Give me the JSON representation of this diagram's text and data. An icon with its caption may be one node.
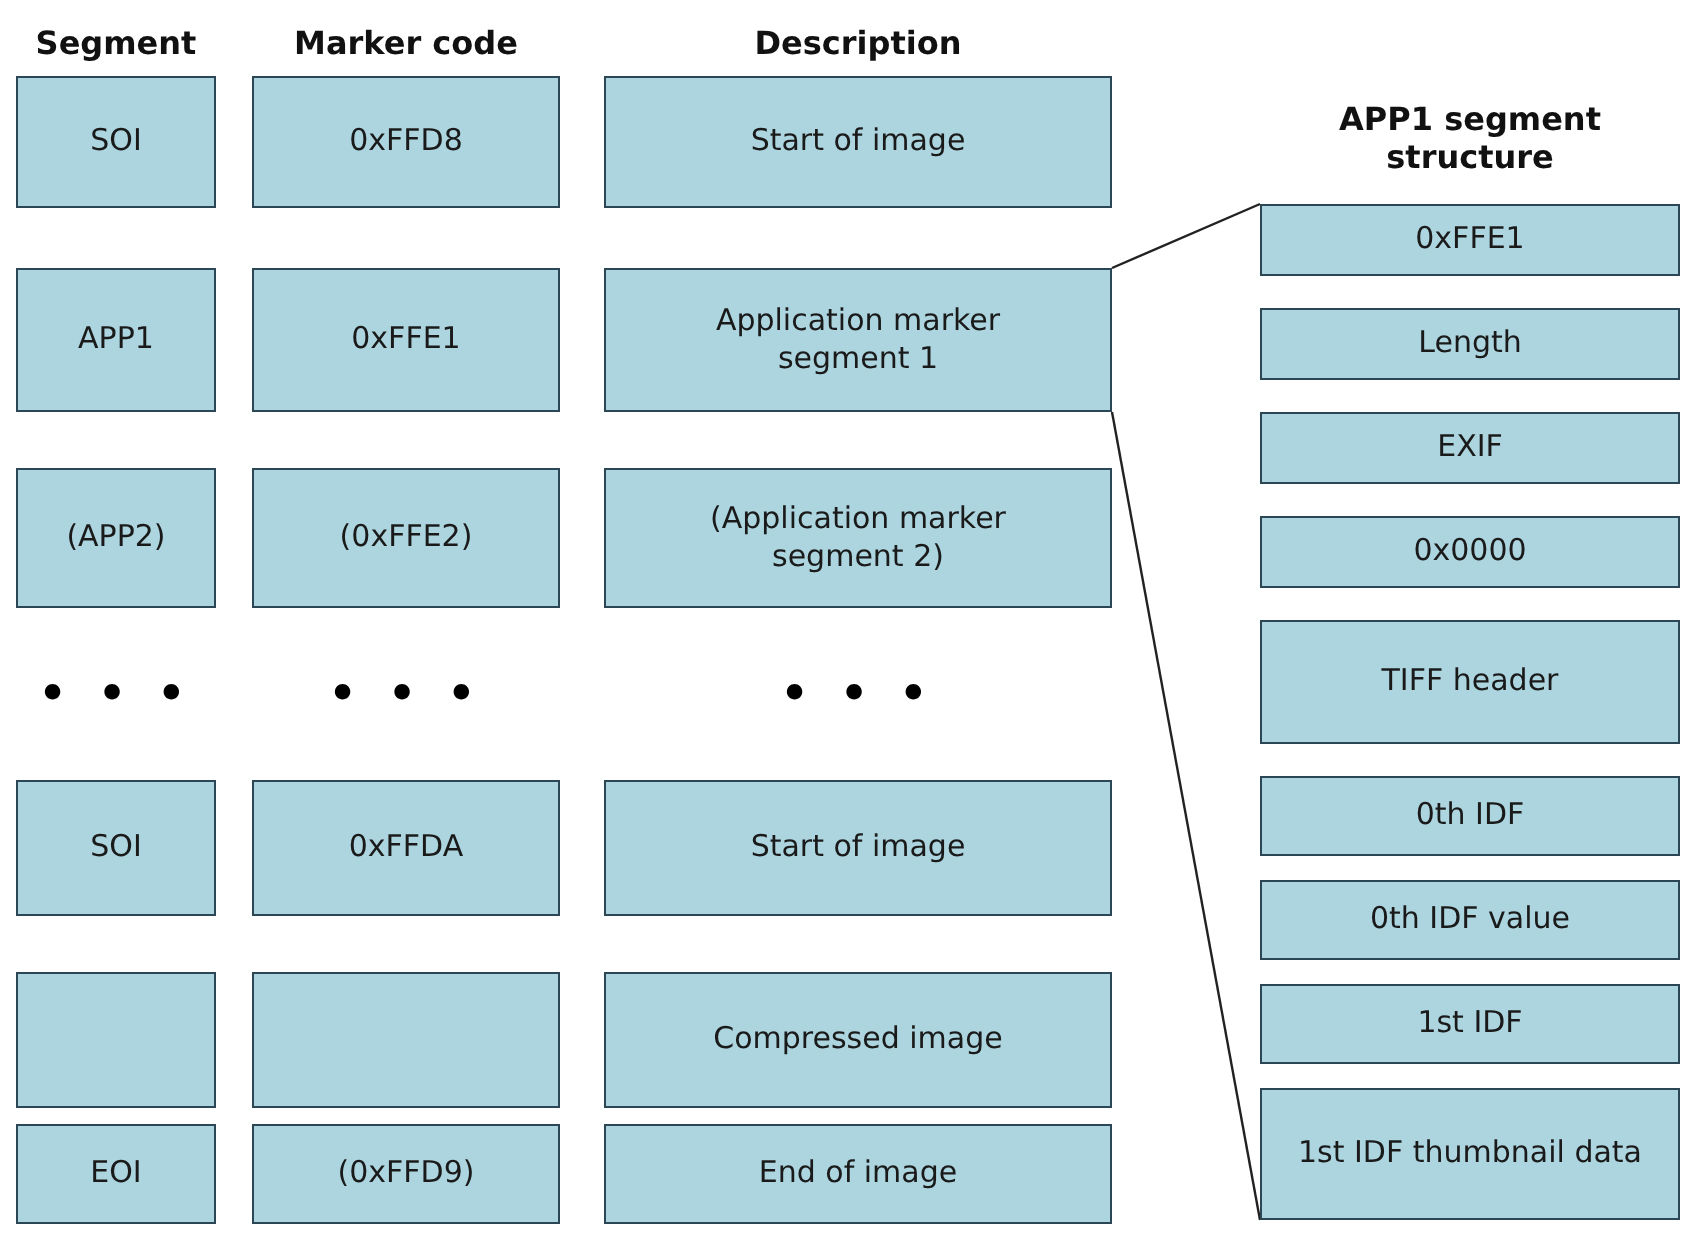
{
  "diagram": {
    "nodes": [
      {
        "text": [
          "SOI"
        ]
      },
      {
        "text": [
          "0xFFD8"
        ]
      },
      {
        "text": [
          "Start of image"
        ]
      },
      {
        "text": [
          "APP1"
        ]
      },
      {
        "text": [
          "0xFFE1"
        ]
      },
      {
        "text": [
          "Application marker segment 1"
        ]
      },
      {
        "text": [
          "(APP2)"
        ]
      },
      {
        "text": [
          "(0xFFE2)"
        ]
      },
      {
        "text": [
          "(Application marker segment 2)"
        ]
      },
      {
        "text": [
          "SOI"
        ]
      },
      {
        "text": [
          "0xFFDA"
        ]
      },
      {
        "text": [
          "Start of image"
        ]
      },
      {
        "text": [],
        "shape": "box"
      },
      {
        "text": [],
        "shape": "box"
      },
      {
        "text": [
          "Compressed image"
        ]
      },
      {
        "text": [
          "EOI"
        ]
      },
      {
        "text": [
          "(0xFFD9)"
        ]
      },
      {
        "text": [
          "End of image"
        ]
      },
      {
        "text": [
          "0xFFE1"
        ]
      },
      {
        "text": [
          "Length"
        ]
      },
      {
        "text": [
          "EXIF"
        ]
      },
      {
        "text": [
          "0x0000"
        ]
      },
      {
        "text": [
          "TIFF header"
        ]
      },
      {
        "text": [
          "0th IDF"
        ]
      },
      {
        "text": [
          "0th IDF value"
        ]
      },
      {
        "text": [
          "1st IDF"
        ]
      },
      {
        "text": [
          "1st IDF thumbnail data"
        ]
      }
    ],
    "edges": [
      {
        "from": 5,
        "to": 18,
        "arrow": "none"
      },
      {
        "from": 5,
        "to": 26,
        "arrow": "none"
      }
    ],
    "labels": [
      "Segment",
      "Marker code",
      "Description",
      "APP1 segment structure",
      "• • •",
      "• • •",
      "• • •"
    ]
  }
}
